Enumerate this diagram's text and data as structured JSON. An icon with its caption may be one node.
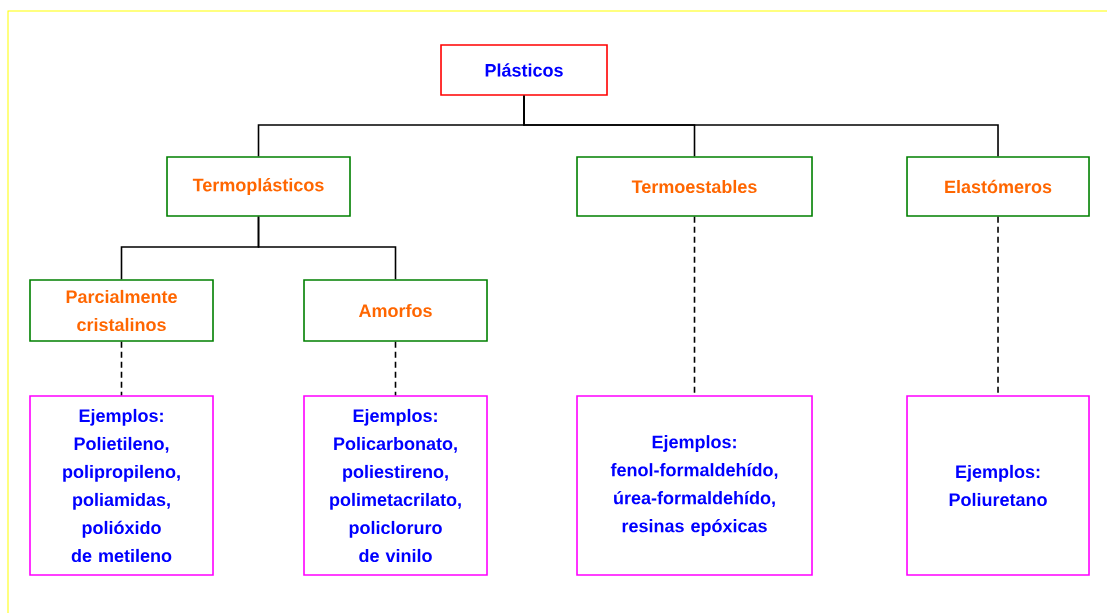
{
  "diagram": {
    "nodes": [
      {
        "text": [
          "Plásticos"
        ]
      },
      {
        "text": [
          "Termoplásticos"
        ]
      },
      {
        "text": [
          "Termoestables"
        ]
      },
      {
        "text": [
          "Elastómeros"
        ]
      },
      {
        "text": [
          "Parcialmente cristalinos"
        ]
      },
      {
        "text": [
          "Amorfos"
        ]
      },
      {
        "text": [
          "Ejemplos:",
          "Polietileno, polipropileno, poliamidas, polióxido de metileno"
        ]
      },
      {
        "text": [
          "Ejemplos:",
          "Policarbonato, poliestireno, polimetacrilato, policloruro de vinilo"
        ]
      },
      {
        "text": [
          "Ejemplos:",
          "fenol-formaldehído, úrea-formaldehído, resinas epóxicas"
        ]
      },
      {
        "text": [
          "Ejemplos:",
          "Poliuretano"
        ]
      }
    ],
    "edges": [
      {
        "from": 0,
        "to": 1,
        "arrow": "none"
      },
      {
        "from": 0,
        "to": 2,
        "arrow": "none"
      },
      {
        "from": 0,
        "to": 3,
        "arrow": "none"
      },
      {
        "from": 1,
        "to": 4,
        "arrow": "none"
      },
      {
        "from": 1,
        "to": 5,
        "arrow": "none"
      },
      {
        "from": 4,
        "to": 6,
        "arrow": "none",
        "style": "dashed"
      },
      {
        "from": 5,
        "to": 7,
        "arrow": "none",
        "style": "dashed"
      },
      {
        "from": 2,
        "to": 8,
        "arrow": "none",
        "style": "dashed"
      },
      {
        "from": 3,
        "to": 9,
        "arrow": "none",
        "style": "dashed"
      }
    ]
  }
}
